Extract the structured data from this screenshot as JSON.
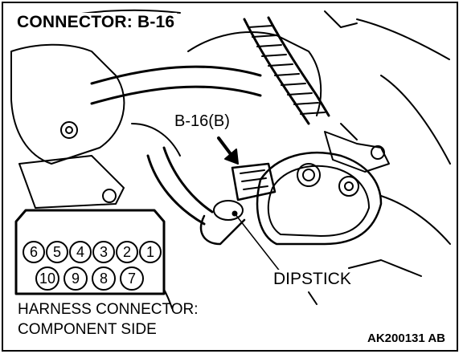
{
  "title": "CONNECTOR: B-16",
  "callout_label": "B-16(B)",
  "dipstick_label": "DIPSTICK",
  "caption": {
    "line1": "HARNESS CONNECTOR:",
    "line2": "COMPONENT SIDE"
  },
  "figure_code": "AK200131 AB",
  "connector": {
    "top_row": [
      "6",
      "5",
      "4",
      "3",
      "2",
      "1"
    ],
    "bottom_row": [
      "10",
      "9",
      "8",
      "7"
    ]
  }
}
